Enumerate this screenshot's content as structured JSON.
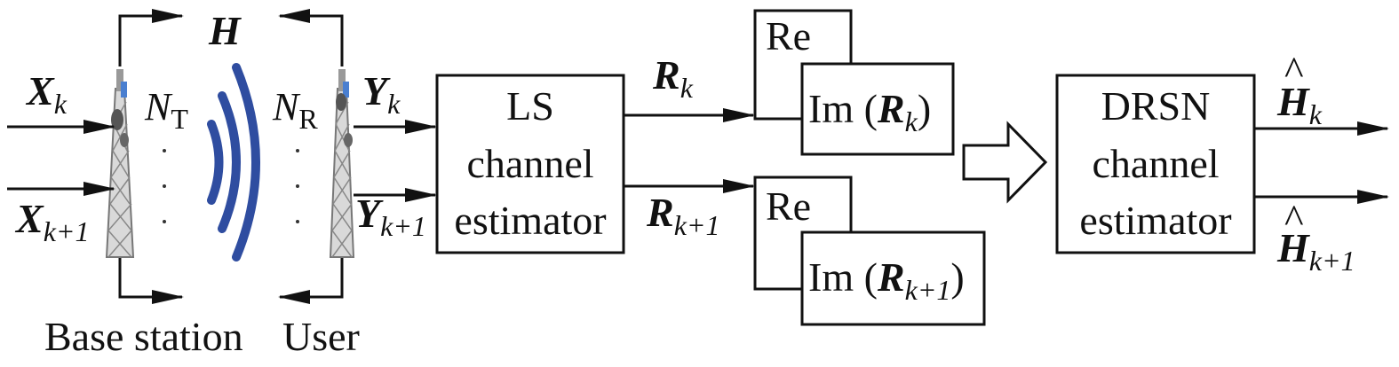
{
  "antenna_labels": {
    "channel": "H",
    "tx_antennas": {
      "base": "N",
      "sub": "T"
    },
    "rx_antennas": {
      "base": "N",
      "sub": "R"
    }
  },
  "inputs": [
    {
      "base": "X",
      "sub": "k"
    },
    {
      "base": "X",
      "sub": "k+1"
    }
  ],
  "received": [
    {
      "base": "Y",
      "sub": "k"
    },
    {
      "base": "Y",
      "sub": "k+1"
    }
  ],
  "ls_block": {
    "line1": "LS",
    "line2": "channel",
    "line3": "estimator"
  },
  "ls_outputs": [
    {
      "base": "R",
      "sub": "k"
    },
    {
      "base": "R",
      "sub": "k+1"
    }
  ],
  "split_blocks": [
    {
      "re": "Re",
      "im_prefix": "Im (",
      "im_var": "R",
      "im_sub": "k",
      "im_suffix": ")"
    },
    {
      "re": "Re",
      "im_prefix": "Im (",
      "im_var": "R",
      "im_sub": "k+1",
      "im_suffix": ")"
    }
  ],
  "drsn_block": {
    "line1": "DRSN",
    "line2": "channel",
    "line3": "estimator"
  },
  "outputs": [
    {
      "hat": "^",
      "base": "H",
      "sub": "k"
    },
    {
      "hat": "^",
      "base": "H",
      "sub": "k+1"
    }
  ],
  "captions": {
    "left": "Base station",
    "right": "User"
  },
  "colors": {
    "line": "#111111",
    "wave": "#2f4da0",
    "tower": "#7a7a7a",
    "tower_light": "#cfcfcf"
  }
}
